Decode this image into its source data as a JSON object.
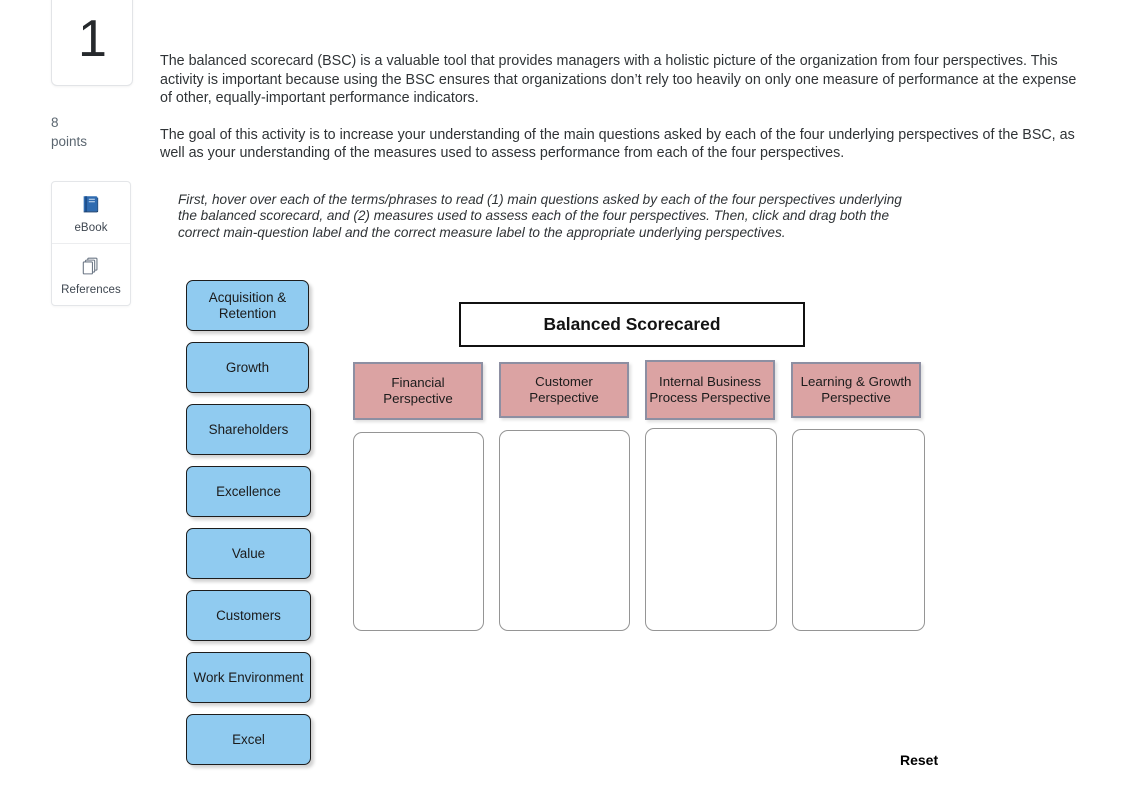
{
  "question": {
    "number": "1",
    "points_value": "8",
    "points_label": "points"
  },
  "resources": {
    "items": [
      {
        "icon": "book-icon",
        "label": "eBook"
      },
      {
        "icon": "pages-stack-icon",
        "label": "References"
      }
    ]
  },
  "intro": {
    "paragraph_1": "The balanced scorecard (BSC) is a valuable tool that provides managers with a holistic picture of the organization from four perspectives. This activity is important because using the BSC ensures that organizations don’t rely too heavily on only one measure of performance at the expense of other, equally-important performance indicators.",
    "paragraph_2": "The goal of this activity is to increase your understanding of the main questions asked by each of the four underlying perspectives of the BSC, as well as your understanding of the measures used to assess performance from each of the four perspectives."
  },
  "instructions": {
    "text": "First, hover over each of the terms/phrases to read (1) main questions asked by each of the four perspectives underlying the balanced scorecard, and (2) measures used to assess each of the four perspectives. Then, click and drag both the correct main-question label and the correct measure label to the appropriate underlying perspectives."
  },
  "term_tiles": [
    {
      "label": "Acquisition & Retention"
    },
    {
      "label": "Growth"
    },
    {
      "label": "Shareholders"
    },
    {
      "label": "Excellence"
    },
    {
      "label": "Value"
    },
    {
      "label": "Customers"
    },
    {
      "label": "Work Environment"
    },
    {
      "label": "Excel"
    }
  ],
  "scorecard": {
    "title": "Balanced Scorecared",
    "perspectives": [
      {
        "label": "Financial Perspective",
        "drop_zone_content": ""
      },
      {
        "label": "Customer Perspective",
        "drop_zone_content": ""
      },
      {
        "label": "Internal Business Process Perspective",
        "drop_zone_content": ""
      },
      {
        "label": "Learning & Growth Perspective",
        "drop_zone_content": ""
      }
    ]
  },
  "actions": {
    "reset_label": "Reset"
  },
  "colors": {
    "tile_blue": "#90cbf0",
    "perspective_pink": "#dba3a3",
    "perspective_border": "#8d8fa2",
    "tile_border": "#1d1d1d",
    "ebook_icon_blue": "#2c5f9e",
    "text_gray": "#5b6670"
  }
}
